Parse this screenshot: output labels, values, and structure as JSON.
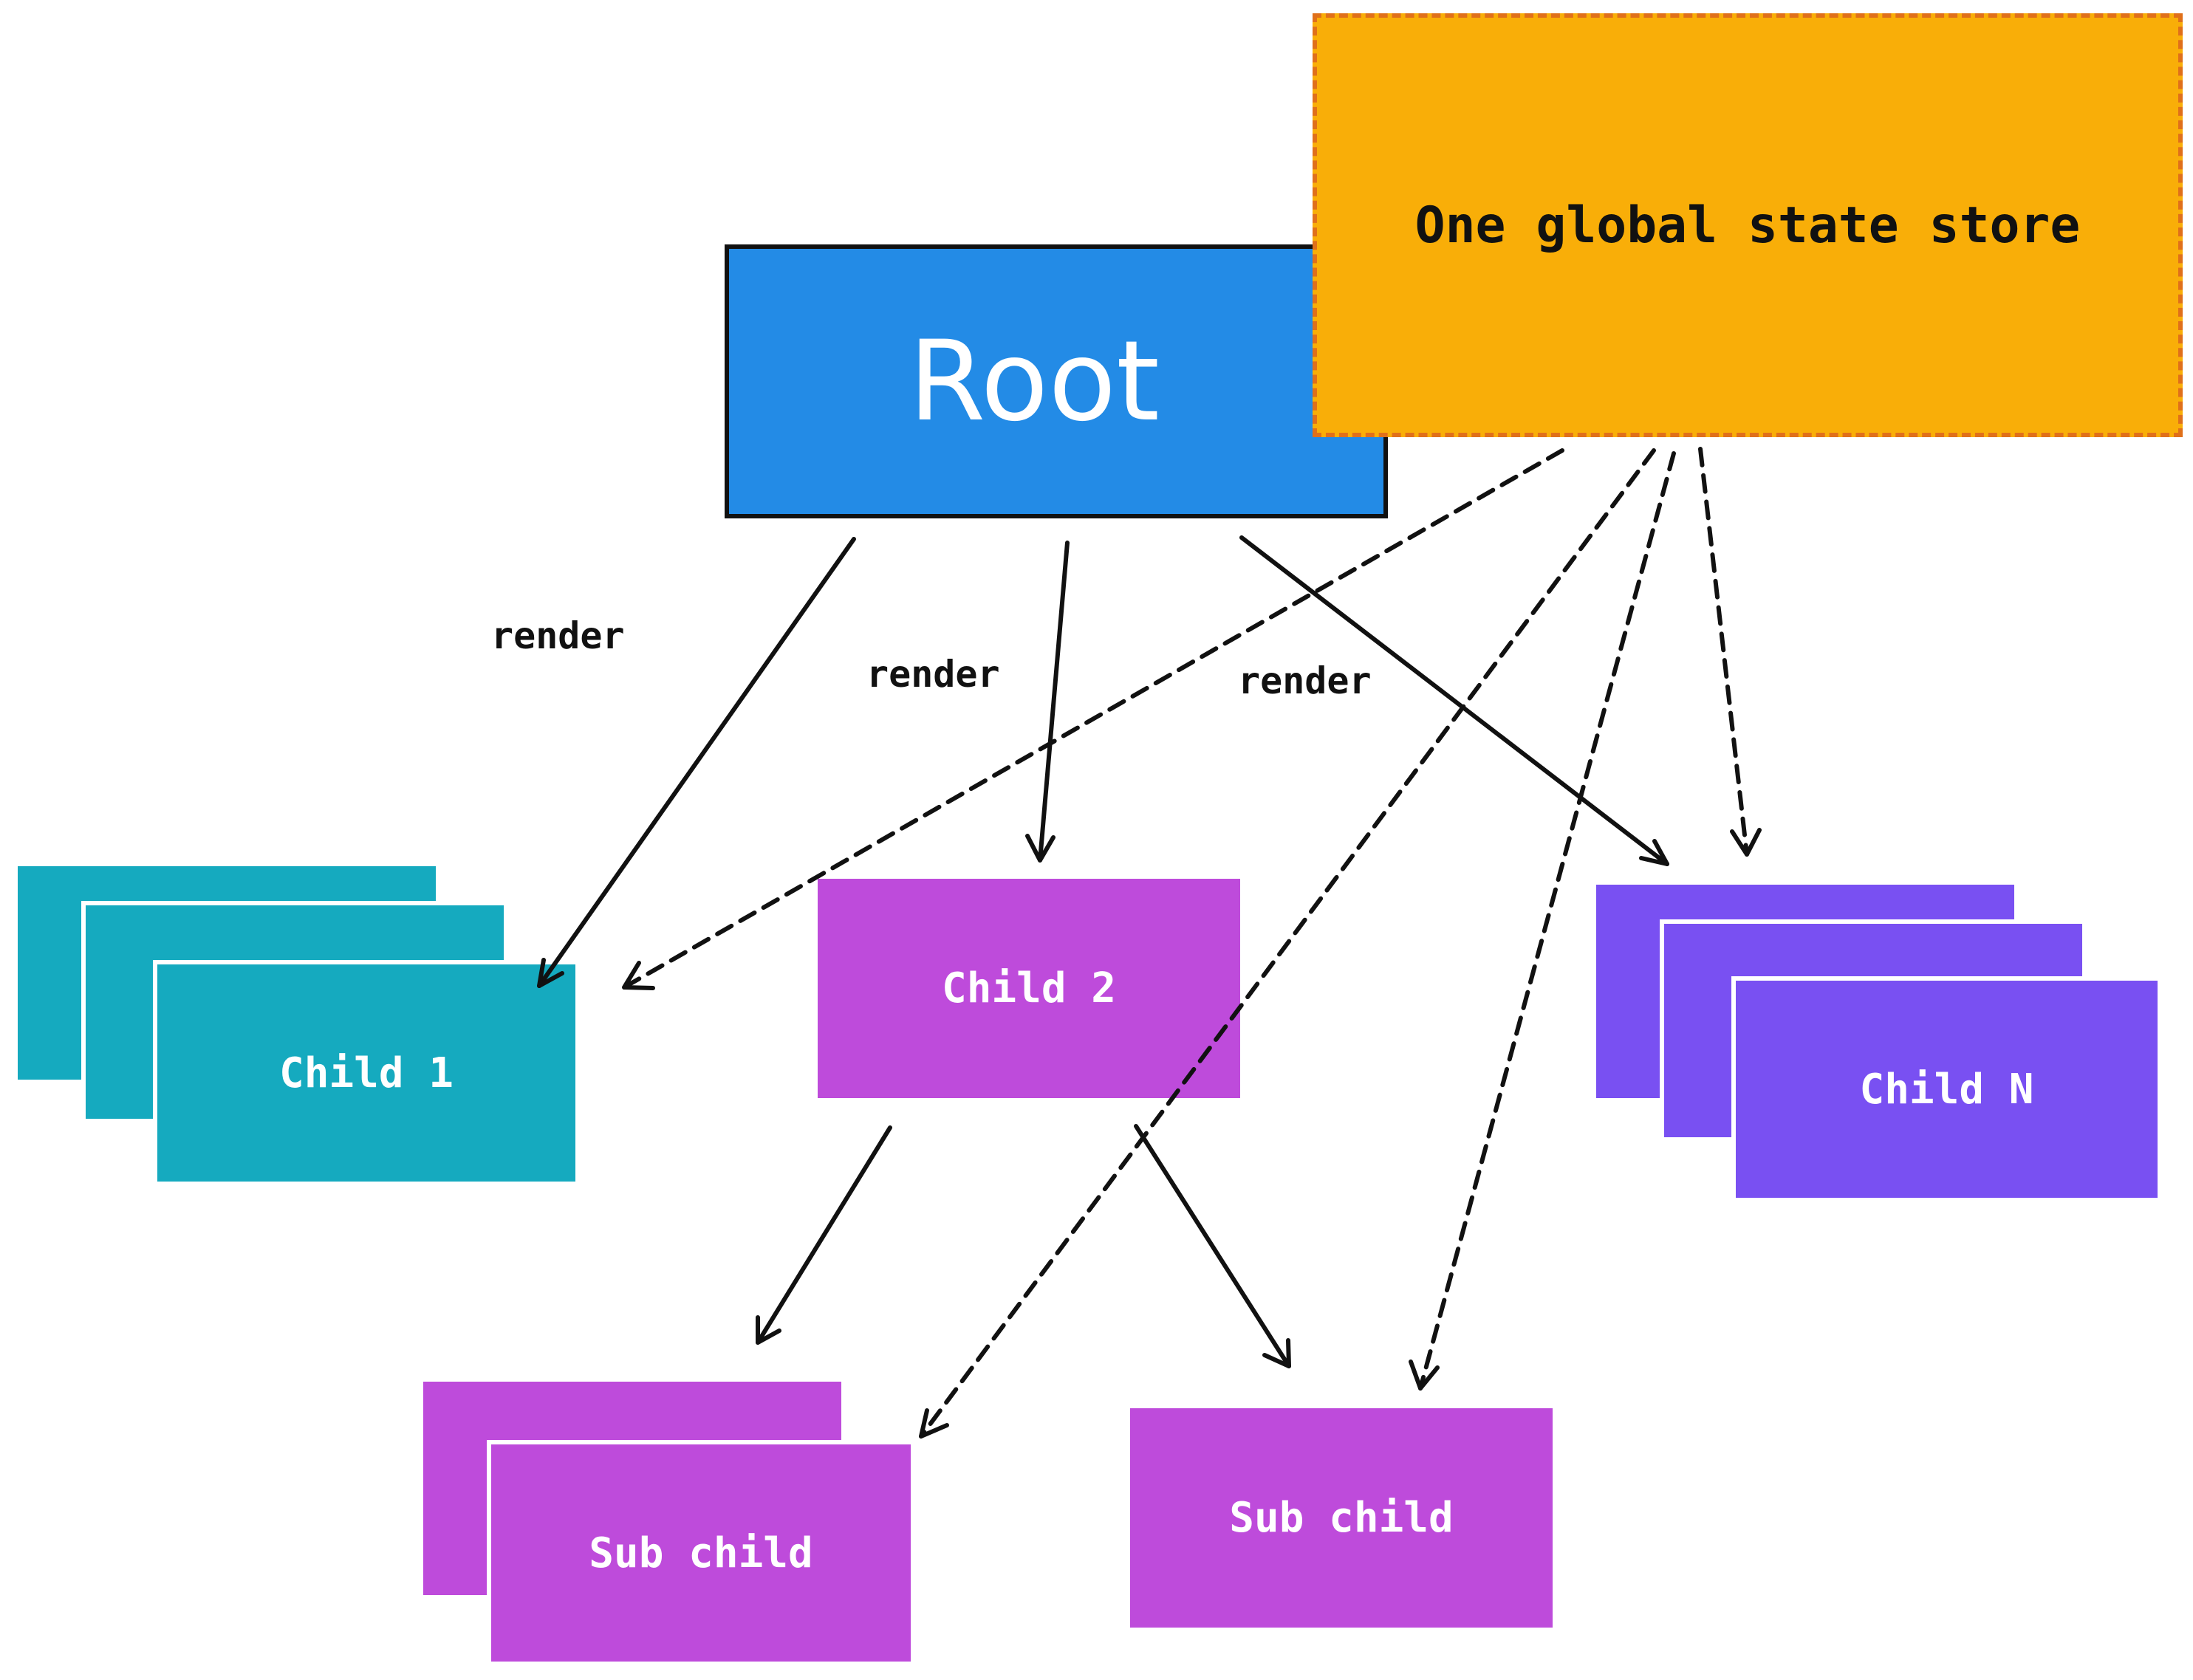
{
  "colors": {
    "root": "#238be6",
    "store": "#f9ae08",
    "store_border": "#e0701a",
    "child1": "#15aabf",
    "child2": "#be4bdb",
    "childn": "#7950f2",
    "subchild": "#be4bdb",
    "arrow": "#111111"
  },
  "nodes": {
    "root": "Root",
    "store": "One global state store",
    "child1": "Child 1",
    "child2": "Child 2",
    "childn": "Child N",
    "subchild_left": "Sub child",
    "subchild_right": "Sub child"
  },
  "edge_labels": {
    "render_1": "render",
    "render_2": "render",
    "render_3": "render"
  },
  "edges": [
    {
      "from": "root",
      "to": "child1",
      "style": "solid",
      "label": "render"
    },
    {
      "from": "root",
      "to": "child2",
      "style": "solid",
      "label": "render"
    },
    {
      "from": "root",
      "to": "childn",
      "style": "solid",
      "label": "render"
    },
    {
      "from": "child2",
      "to": "subchild_left",
      "style": "solid"
    },
    {
      "from": "child2",
      "to": "subchild_right",
      "style": "solid"
    },
    {
      "from": "store",
      "to": "child1",
      "style": "dashed"
    },
    {
      "from": "store",
      "to": "subchild_left",
      "style": "dashed"
    },
    {
      "from": "store",
      "to": "subchild_right",
      "style": "dashed"
    },
    {
      "from": "store",
      "to": "childn",
      "style": "dashed"
    }
  ]
}
